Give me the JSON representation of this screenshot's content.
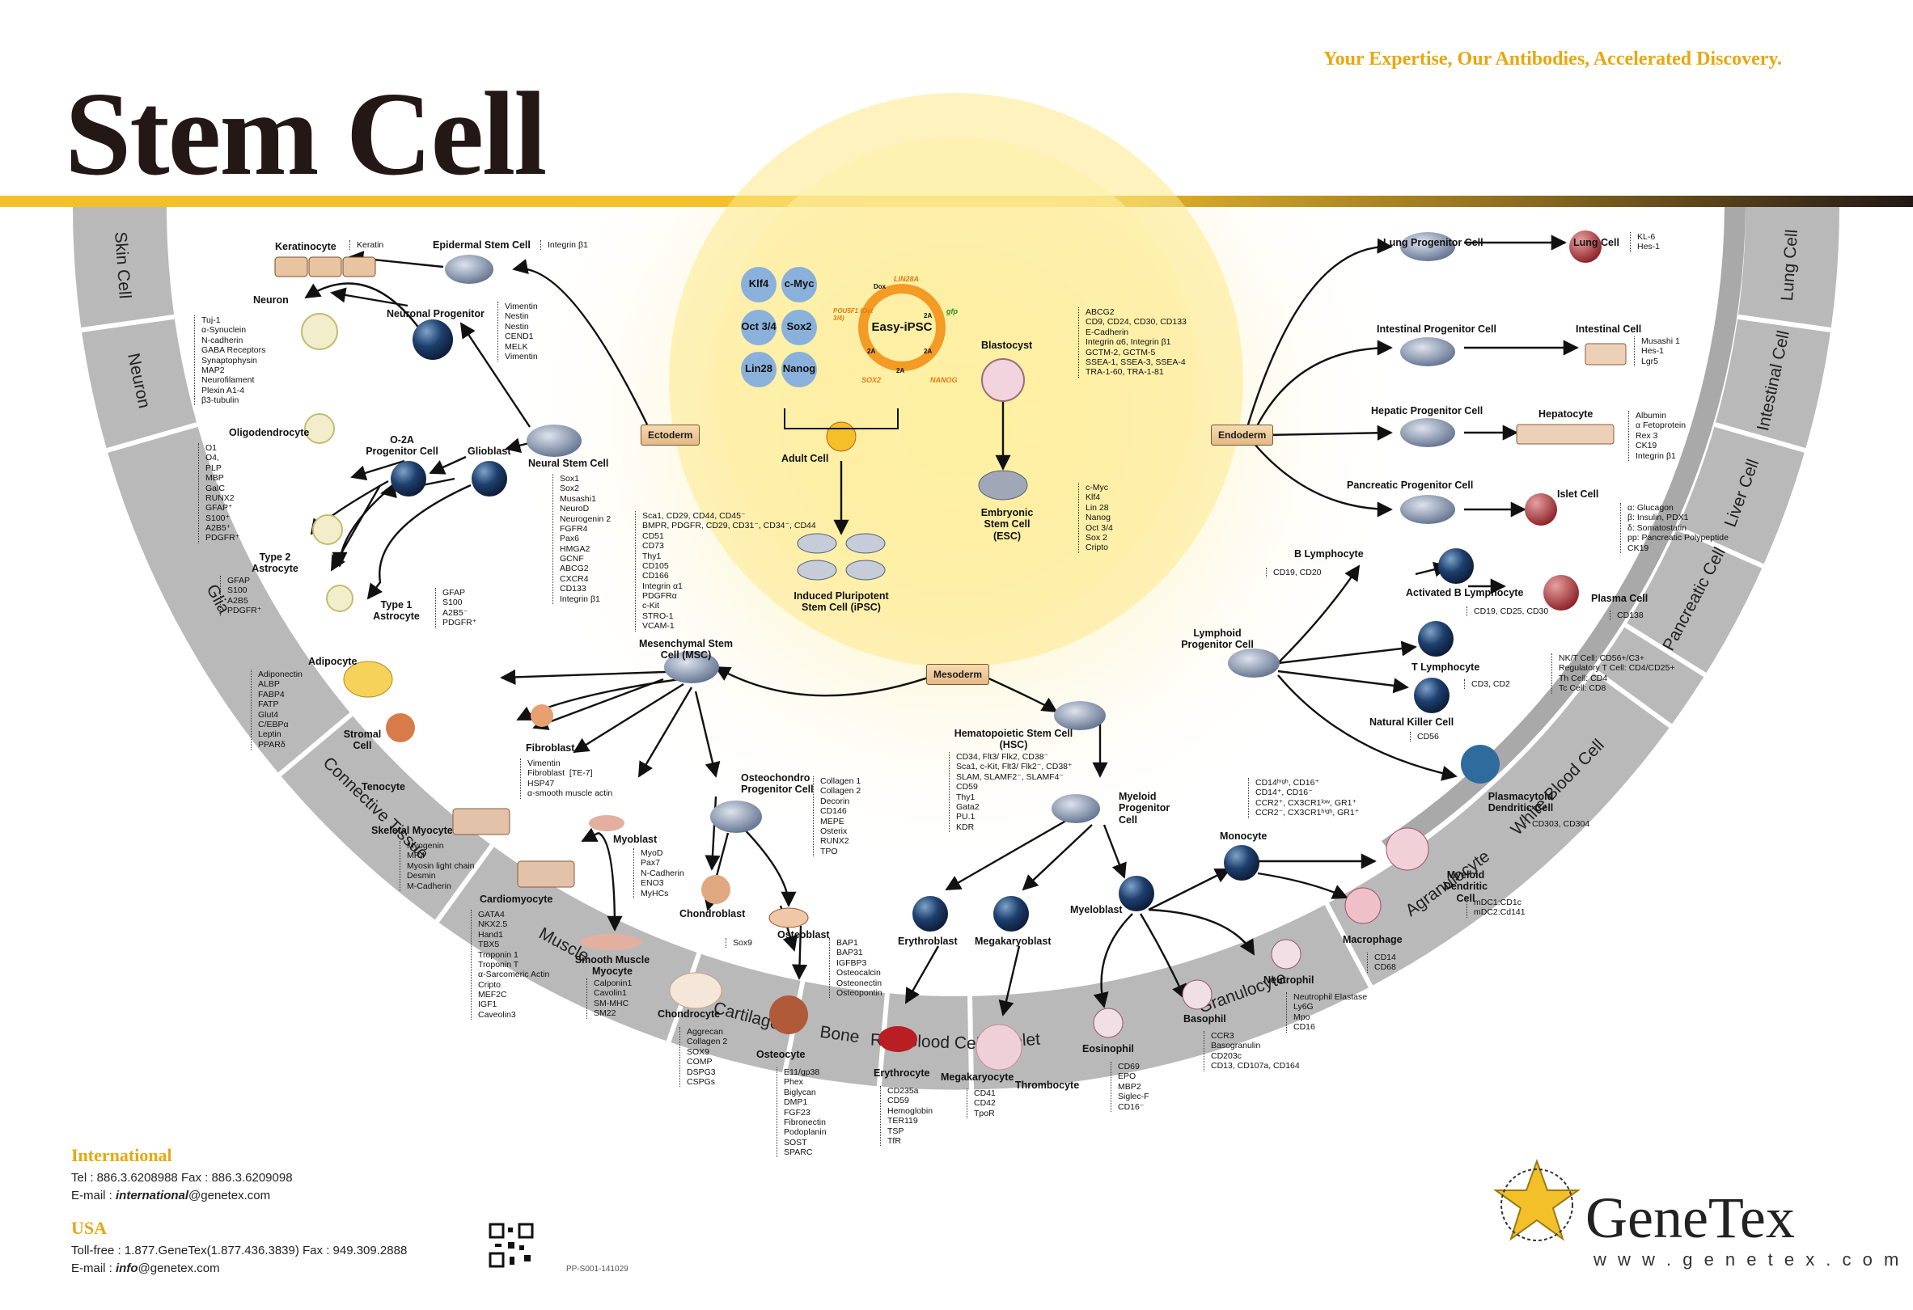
{
  "header": {
    "title": "Stem Cell",
    "tagline": "Your Expertise, Our Antibodies, Accelerated Discovery."
  },
  "ring": {
    "left": [
      "Skin Cell",
      "Neuron",
      "Glia",
      "Connective Tissue",
      "Muscle",
      "Cartilage",
      "Bone",
      "Red Blood Cell",
      "Platelet"
    ],
    "right": [
      "Lung Cell",
      "Intestinal Cell",
      "Liver Cell",
      "Pancreatic Cell"
    ],
    "outer_right": [
      "White Blood Cell",
      "Granulocyte",
      "Agranulocyte"
    ]
  },
  "germ_layers": {
    "ectoderm": "Ectoderm",
    "mesoderm": "Mesoderm",
    "endoderm": "Endoderm"
  },
  "ipsc": {
    "factors": [
      "Klf4",
      "c-Myc",
      "Oct 3/4",
      "Sox2",
      "Lin28",
      "Nanog"
    ],
    "center": "Easy-iPSC",
    "vector_labels": [
      "LIN28A",
      "gfp",
      "NANOG",
      "SOX2",
      "POU5F1 (Oct 3/4)",
      "Dox",
      "2A",
      "2A",
      "2A",
      "2A"
    ],
    "adult_cell": "Adult Cell",
    "ipsc_label": "Induced Pluripotent Stem Cell (iPSC)"
  },
  "cells": {
    "keratinocyte": "Keratinocyte",
    "epidermal": "Epidermal Stem Cell",
    "neuron": "Neuron",
    "neuronal_progenitor": "Neuronal Progenitor",
    "oligodendrocyte": "Oligodendrocyte",
    "o2a": "O-2A Progenitor Cell",
    "glioblast": "Glioblast",
    "neural_stem": "Neural Stem Cell",
    "type2": "Type 2 Astrocyte",
    "type1": "Type 1 Astrocyte",
    "adipocyte": "Adipocyte",
    "stromal": "Stromal Cell",
    "fibroblast": "Fibroblast",
    "tenocyte": "Tenocyte",
    "msc": "Mesenchymal Stem Cell (MSC)",
    "skeletal": "Skeletal Myocyte",
    "myoblast": "Myoblast",
    "cardiomyocyte": "Cardiomyocyte",
    "smooth": "Smooth Muscle Myocyte",
    "osteochondro": "Osteochondro Progenitor Cell",
    "chondroblast": "Chondroblast",
    "osteoblast": "Osteoblast",
    "chondrocyte": "Chondrocyte",
    "osteocyte": "Osteocyte",
    "blastocyst": "Blastocyst",
    "esc": "Embryonic Stem Cell (ESC)",
    "hsc": "Hematopoietic Stem Cell (HSC)",
    "myeloid": "Myeloid Progenitor Cell",
    "lymphoid": "Lymphoid Progenitor Cell",
    "erythroblast": "Erythroblast",
    "megakaryoblast": "Megakaryoblast",
    "myeloblast": "Myeloblast",
    "erythrocyte": "Erythrocyte",
    "megakaryocyte": "Megakaryocyte",
    "thrombocyte": "Thrombocyte",
    "eosinophil": "Eosinophil",
    "basophil": "Basophil",
    "neutrophil": "Neutrophil",
    "monocyte": "Monocyte",
    "macrophage": "Macrophage",
    "myeloid_dc": "Myeloid Dendritic Cell",
    "b_lymph": "B Lymphocyte",
    "activated_b": "Activated B Lymphocyte",
    "plasma": "Plasma Cell",
    "t_lymph": "T Lymphocyte",
    "nk": "Natural Killer Cell",
    "pdc": "Plasmacytoid Dendritic Cell",
    "lung_prog": "Lung Progenitor Cell",
    "lung": "Lung Cell",
    "intestinal_prog": "Intestinal Progenitor Cell",
    "intestinal": "Intestinal Cell",
    "hepatic_prog": "Hepatic Progenitor Cell",
    "hepatocyte": "Hepatocyte",
    "pancreatic_prog": "Pancreatic Progenitor Cell",
    "islet": "Islet Cell"
  },
  "markers": {
    "keratinocyte": "Keratin",
    "epidermal": "Integrin β1",
    "neuron": "Tuj-1\nα-Synuclein\nN-cadherin\nGABA Receptors\nSynaptophysin\nMAP2\nNeurofilament\nPlexin A1-4\nβ3-tubulin",
    "neuronal_progenitor": "Vimentin\nNestin\nNestin\nCEND1\nMELK\nVimentin",
    "oligodendrocyte": "O1\nO4,\nPLP\nMBP\nGalC\nRUNX2\nGFAP⁺\nS100⁺\nA2B5⁺\nPDGFR⁺",
    "type2": "GFAP\nS100\nA2B5\nPDGFR⁺",
    "type1": "GFAP\nS100\nA2B5⁻\nPDGFR⁺",
    "neural_stem": "Sox1\nSox2\nMusashi1\nNeuroD\nNeurogenin 2\nFGFR4\nPax6\nHMGA2\nGCNF\nABCG2\nCXCR4\nCD133\nIntegrin β1",
    "msc": "Sca1, CD29, CD44, CD45⁻\nBMPR, PDGFR, CD29, CD31⁻, CD34⁻, CD44\nCD51\nCD73\nThy1\nCD105\nCD166\nIntegrin α1\nPDGFRα\nc-Kit\nSTRO-1\nVCAM-1",
    "adipocyte": "Adiponectin\nALBP\nFABP4\nFATP\nGlut4\nC/EBPα\nLeptin\nPPARδ",
    "fibroblast": "Vimentin\nFibroblast  [TE-7]\nHSP47\nα-smooth muscle actin",
    "skeletal": "Myogenin\nMR4\nMyosin light chain\nDesmin\nM-Cadherin",
    "myoblast": "MyoD\nPax7\nN-Cadherin\nENO3\nMyHCs",
    "cardiomyocyte": "GATA4\nNKX2.5\nHand1\nTBX5\nTroponin 1\nTroponin T\nα-Sarcomeric Actin\nCripto\nMEF2C\nIGF1\nCaveolin3",
    "smooth": "Calponin1\nCavolin1\nSM-MHC\nSM22",
    "osteochondro": "Collagen 1\nCollagen 2\nDecorin\nCD146\nMEPE\nOsterix\nRUNX2\nTPO",
    "chondroblast": "Sox9",
    "osteoblast": "BAP1\nBAP31\nIGFBP3\nOsteocalcin\nOsteonectin\nOsteopontin",
    "chondrocyte": "Aggrecan\nCollagen 2\nSOX9\nCOMP\nDSPG3\nCSPGs",
    "osteocyte": "E11/gp38\nPhex\nBiglycan\nDMP1\nFGF23\nFibronectin\nPodoplanin\nSOST\nSPARC",
    "blastocyst": "ABCG2\nCD9, CD24, CD30, CD133\nE-Cadherin\nIntegrin α6, Integrin β1\nGCTM-2, GCTM-5\nSSEA-1, SSEA-3, SSEA-4\nTRA-1-60, TRA-1-81",
    "esc": "c-Myc\nKlf4\nLin 28\nNanog\nOct 3/4\nSox 2\nCripto",
    "hsc": "CD34, Flt3/ Flk2, CD38⁻\nSca1, c-Kit, Flt3/ Flk2⁻, CD38⁺\nSLAM, SLAMF2⁻, SLAMF4⁻\nCD59\nThy1\nGata2\nPU.1\nKDR",
    "erythrocyte": "CD235a\nCD59\nHemoglobin\nTER119\nTSP\nTfR",
    "megakaryocyte": "CD41\nCD42\nTpoR",
    "eosinophil": "CD69\nEPO\nMBP2\nSiglec-F\nCD16⁻",
    "basophil": "CCR3\nBasogranulin\nCD203c\nCD13, CD107a, CD164",
    "neutrophil": "Neutrophil Elastase\nLy6G\nMpo\nCD16",
    "monocyte": "CD14ʰⁱᵍʰ, CD16⁺\nCD14⁺, CD16⁻\nCCR2⁺, CX3CR1ˡᵒʷ, GR1⁺\nCCR2⁻, CX3CR1ʰⁱᵍʰ, GR1⁺",
    "macrophage": "CD14\nCD68",
    "myeloid_dc": "mDC1:CD1c\nmDC2:Cd141",
    "b_lymph": "CD19, CD20",
    "activated_b": "CD19, CD25, CD30",
    "plasma": "CD138",
    "t_lymph": "CD3, CD2",
    "t_subsets": "NK/T Cell: CD56+/C3+\nRegulatory T Cell: CD4/CD25+\nTh Cell: CD4\nTc Cell: CD8",
    "nk": "CD56",
    "pdc": "CD303, CD304",
    "lung": "KL-6\nHes-1",
    "intestinal": "Musashi 1\nHes-1\nLgr5",
    "hepatocyte": "Albumin\nα Fetoprotein\nRex 3\nCK19\nIntegrin β1",
    "islet": "α: Glucagon\nβ: Insulin, PDX1\nδ: Somatostatin\npp: Pancreatic Polypeptide\nCK19"
  },
  "footer": {
    "intl_title": "International",
    "intl_phone": "Tel : 886.3.6208988   Fax : 886.3.6209098",
    "intl_email_prefix": "E-mail : ",
    "intl_email_user": "international",
    "intl_email_domain": "@genetex.com",
    "usa_title": "USA",
    "usa_phone": "Toll-free : 1.877.GeneTex(1.877.436.3839)   Fax : 949.309.2888",
    "usa_email_prefix": "E-mail : ",
    "usa_email_user": "info",
    "usa_email_domain": "@genetex.com",
    "code": "PP-S001-141029",
    "brand": "GeneTex",
    "url": "w w w . g e n e t e x . c o m"
  },
  "colors": {
    "accent": "#f3c02a",
    "ring": "#b9b9b9",
    "ring_dark": "#a8a8a8",
    "glow": "#fff6b8"
  }
}
